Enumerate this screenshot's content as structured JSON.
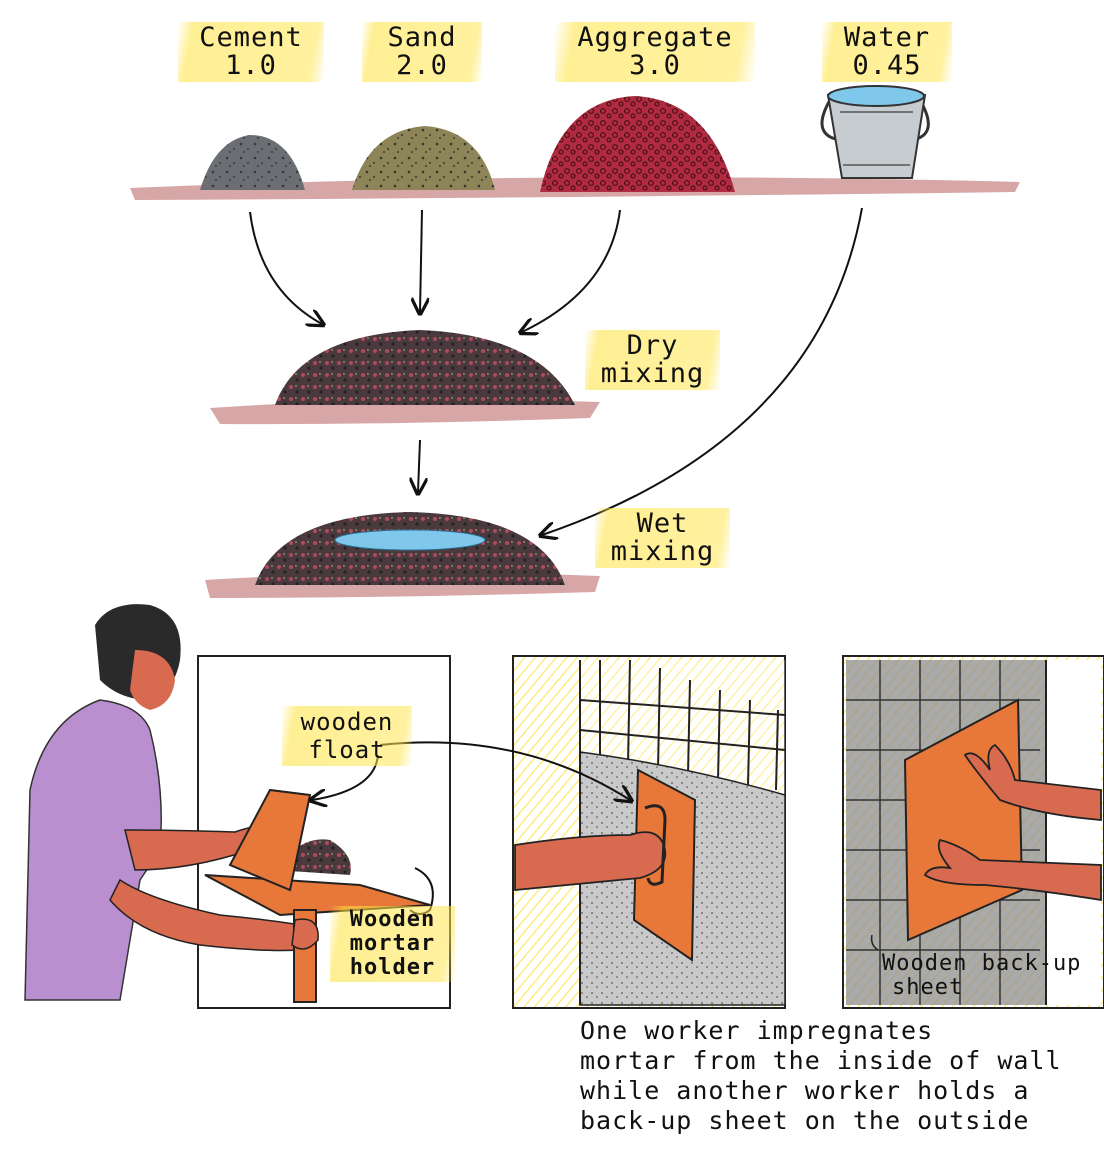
{
  "ingredients": [
    {
      "name": "Cement",
      "ratio": "1.0"
    },
    {
      "name": "Sand",
      "ratio": "2.0"
    },
    {
      "name": "Aggregate",
      "ratio": "3.0"
    },
    {
      "name": "Water",
      "ratio": "0.45"
    }
  ],
  "steps": {
    "dry": {
      "line1": "Dry",
      "line2": "mixing"
    },
    "wet": {
      "line1": "Wet",
      "line2": "mixing"
    }
  },
  "labels": {
    "float": {
      "line1": "wooden",
      "line2": "float"
    },
    "holder": {
      "line1": "Wooden",
      "line2": "mortar",
      "line3": "holder"
    },
    "backup": {
      "line1": "Wooden back-up",
      "line2": "sheet"
    }
  },
  "caption": [
    "One worker impregnates",
    "mortar from the inside of wall",
    "while another worker holds a",
    "back-up sheet on the outside"
  ],
  "colors": {
    "highlight": "#ffe24a",
    "ground": "#c98a8a",
    "cement": "#6b6f74",
    "sand": "#8d8457",
    "aggregate": "#a8263a",
    "water": "#6fc3e8",
    "shirt": "#b98fd0",
    "skin": "#d86a4f",
    "wood": "#e8773a",
    "wall": "#9a9a9a"
  }
}
